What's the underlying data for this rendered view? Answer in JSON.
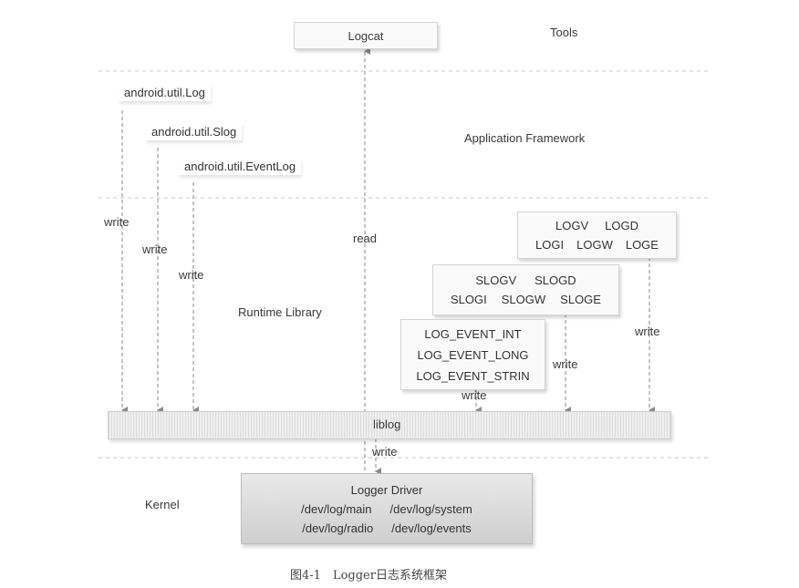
{
  "layers": {
    "tools": "Tools",
    "framework": "Application Framework",
    "runtime": "Runtime Library",
    "kernel": "Kernel"
  },
  "logcat": "Logcat",
  "java_apis": [
    "android.util.Log",
    "android.util.Slog",
    "android.util.EventLog"
  ],
  "logv_box": {
    "row1": [
      "LOGV",
      "LOGD"
    ],
    "row2": [
      "LOGI",
      "LOGW",
      "LOGE"
    ]
  },
  "slog_box": {
    "row1": [
      "SLOGV",
      "SLOGD"
    ],
    "row2": [
      "SLOGI",
      "SLOGW",
      "SLOGE"
    ]
  },
  "event_box": [
    "LOG_EVENT_INT",
    "LOG_EVENT_LONG",
    "LOG_EVENT_STRIN"
  ],
  "liblog": "liblog",
  "driver": {
    "title": "Logger Driver",
    "row1": [
      "/dev/log/main",
      "/dev/log/system"
    ],
    "row2": [
      "/dev/log/radio",
      "/dev/log/events"
    ]
  },
  "arrow_labels": {
    "write": "write",
    "read": "read"
  },
  "caption": "图4-1　Logger日志系统框架",
  "colors": {
    "line": "#8a8a8a",
    "dash": "#c8c8c8"
  }
}
